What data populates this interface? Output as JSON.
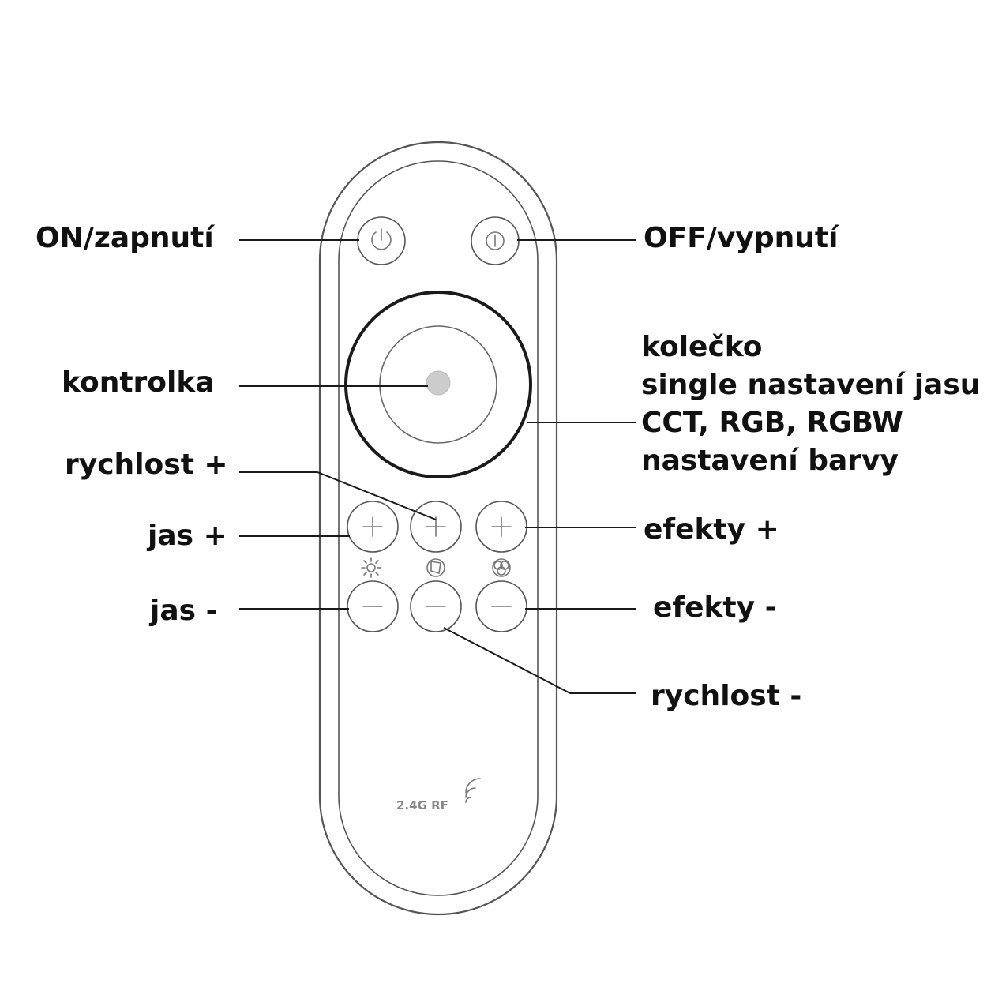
{
  "labels": {
    "on": "ON/zapnutí",
    "off": "OFF/vypnutí",
    "indicator": "kontrolka",
    "wheel_line1": "kolečko",
    "wheel_line2": "single nastavení jasu",
    "wheel_line3": "CCT, RGB, RGBW",
    "wheel_line4": "nastavení barvy",
    "speed_plus": "rychlost +",
    "brightness_plus": "jas +",
    "effects_plus": "efekty +",
    "brightness_minus": "jas -",
    "effects_minus": "efekty -",
    "speed_minus": "rychlost -"
  },
  "remote": {
    "rf_badge": "2.4G RF",
    "icons": {
      "on_button": "power-icon",
      "off_button": "standby-icon",
      "brightness": "sun-icon",
      "speed": "aperture-icon",
      "effects": "rgb-circles-icon",
      "plus": "plus-icon",
      "minus": "minus-icon",
      "rf": "wireless-signal-icon"
    }
  },
  "colors": {
    "outline": "#555555",
    "indicator": "#cccccc",
    "text": "#111111"
  }
}
